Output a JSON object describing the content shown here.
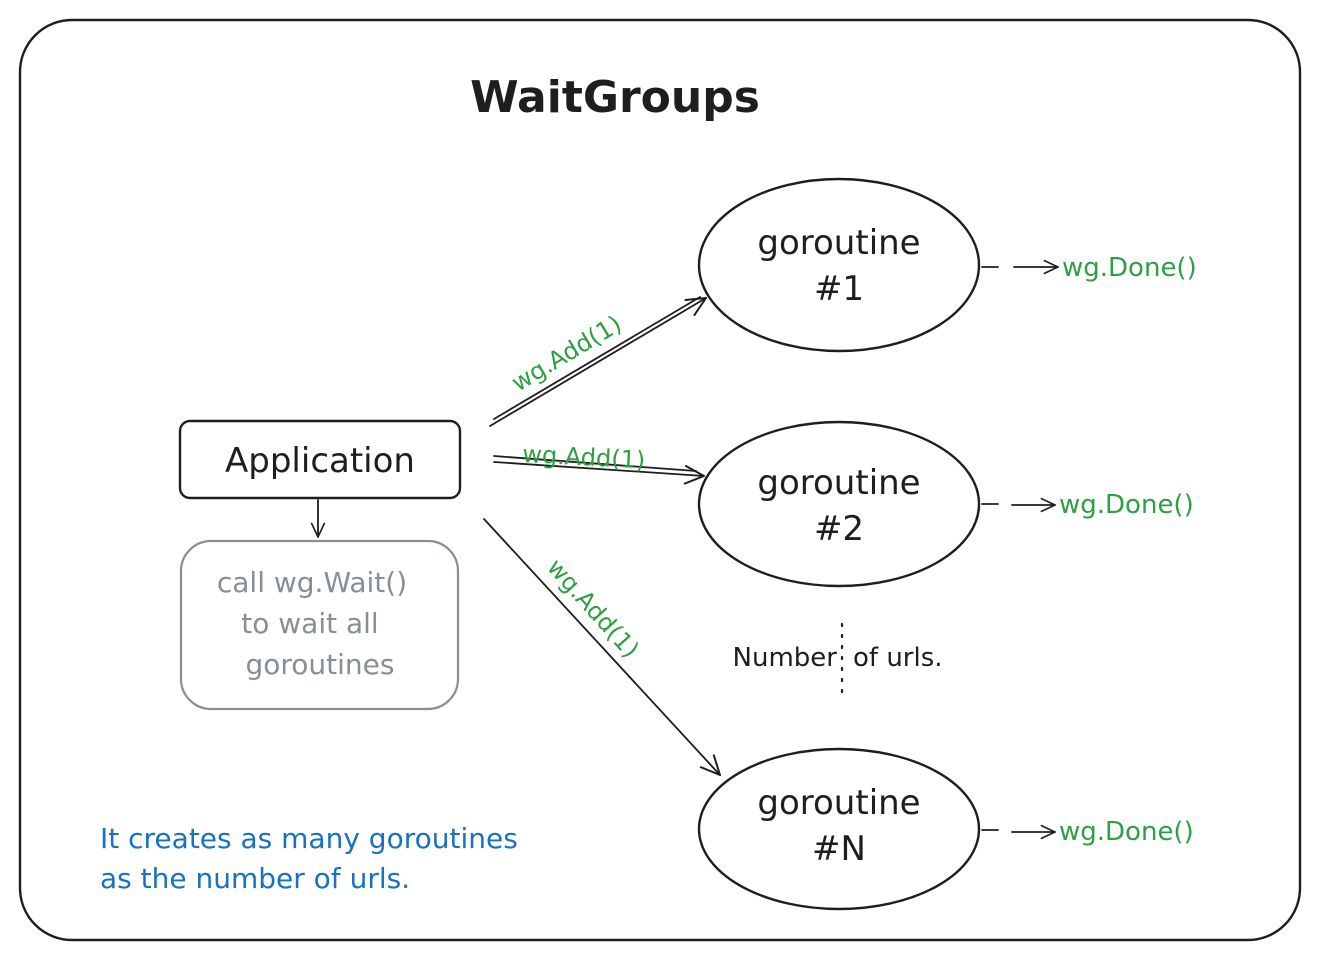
{
  "title": "WaitGroups",
  "application": {
    "label": "Application"
  },
  "note": {
    "lines": [
      "call wg.Wait()",
      "to wait all",
      "goroutines"
    ]
  },
  "goroutines": [
    {
      "name": "goroutine",
      "id": "#1",
      "done": "wg.Done()"
    },
    {
      "name": "goroutine",
      "id": "#2",
      "done": "wg.Done()"
    },
    {
      "name": "goroutine",
      "id": "#N",
      "done": "wg.Done()"
    }
  ],
  "edges": [
    {
      "label": "wg.Add(1)"
    },
    {
      "label": "wg.Add(1)"
    },
    {
      "label": "wg.Add(1)"
    }
  ],
  "count_label": {
    "left": "Number",
    "right": "of urls."
  },
  "caption": {
    "lines": [
      "It creates as many goroutines",
      "as the number of urls."
    ]
  },
  "colors": {
    "stroke": "#1e1e1e",
    "green": "#2f9e44",
    "blue": "#1971c2",
    "gray": "#868e96"
  }
}
